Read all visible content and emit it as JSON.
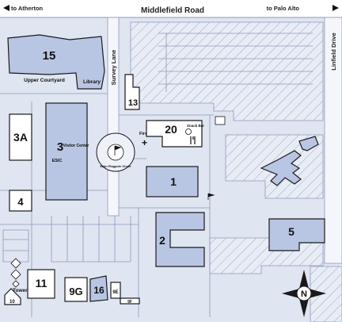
{
  "roads": {
    "middlefield": "Middlefield Road",
    "to_atherton": "to Atherton",
    "to_palo_alto": "to Palo Alto",
    "survey_lane": "Survey Lane",
    "linfield_drive": "Linfield Drive"
  },
  "buildings": {
    "b15": "15",
    "b3a": "3A",
    "b3": "3",
    "b4": "4",
    "b11": "11",
    "b9g": "9G",
    "b16": "16",
    "b9e": "9E",
    "b9f": "9F",
    "b10": "10",
    "b13": "13",
    "b20": "20",
    "b1": "1",
    "b2": "2",
    "b5": "5"
  },
  "labels": {
    "upper_courtyard": "Upper Courtyard",
    "library": "Library",
    "visitor_center": "Visitor Center",
    "esic": "ESIC",
    "first_aid": "First Aid",
    "snack_bar": "Snack Bar",
    "rotary": "Main Flagpole Circle",
    "tower": "Tower",
    "north": "N"
  },
  "colors": {
    "building_fill": "#b9c6e3",
    "ground_fill": "#dfe5f1",
    "outline": "#1a1a1a"
  }
}
